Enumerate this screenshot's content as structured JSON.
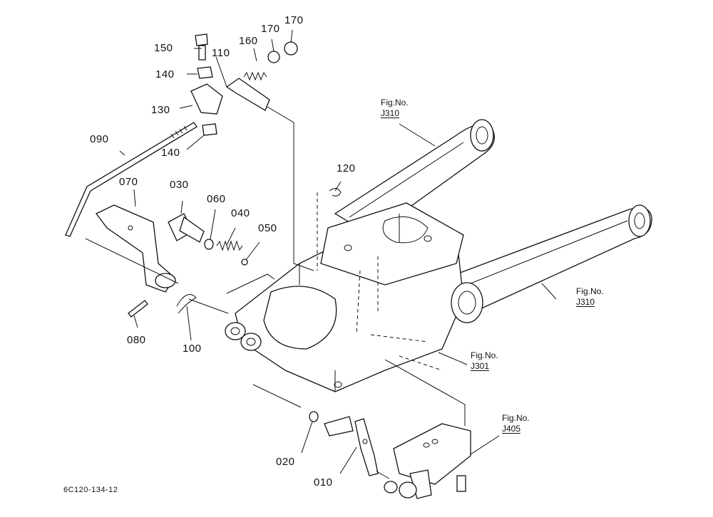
{
  "diagram": {
    "callouts": {
      "c010": "010",
      "c020": "020",
      "c030": "030",
      "c040": "040",
      "c050": "050",
      "c060": "060",
      "c070": "070",
      "c080": "080",
      "c090": "090",
      "c100": "100",
      "c110": "110",
      "c120": "120",
      "c130": "130",
      "c140a": "140",
      "c140b": "140",
      "c150": "150",
      "c160": "160",
      "c170a": "170",
      "c170b": "170"
    },
    "figure_refs": {
      "upper_link": {
        "label": "Fig.No.",
        "number": "J310"
      },
      "lower_link": {
        "label": "Fig.No.",
        "number": "J310"
      },
      "housing": {
        "label": "Fig.No.",
        "number": "J301"
      },
      "valve": {
        "label": "Fig.No.",
        "number": "J405"
      }
    },
    "drawing_code": "6C120-134-12"
  }
}
